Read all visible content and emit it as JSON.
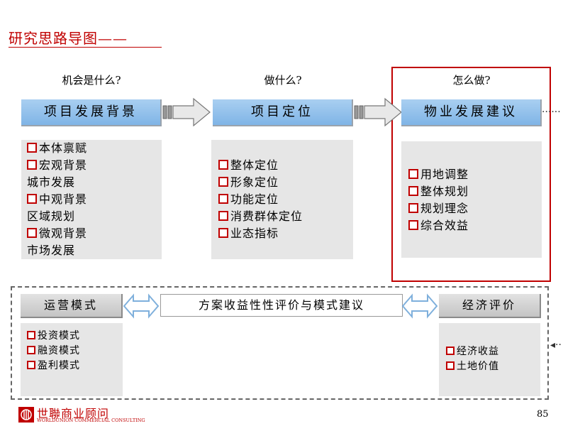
{
  "title": "研究思路导图——",
  "columns": [
    {
      "question": "机会是什么?",
      "header": "项目发展背景",
      "items": [
        {
          "checked": true,
          "text": "本体禀赋"
        },
        {
          "checked": true,
          "text": "宏观背景"
        },
        {
          "checked": false,
          "text": "城市发展"
        },
        {
          "checked": true,
          "text": "中观背景"
        },
        {
          "checked": false,
          "text": "区域规划"
        },
        {
          "checked": true,
          "text": "微观背景"
        },
        {
          "checked": false,
          "text": "市场发展"
        }
      ]
    },
    {
      "question": "做什么?",
      "header": "项目定位",
      "items": [
        {
          "checked": true,
          "text": "整体定位"
        },
        {
          "checked": true,
          "text": "形象定位"
        },
        {
          "checked": true,
          "text": "功能定位"
        },
        {
          "checked": true,
          "text": "消费群体定位"
        },
        {
          "checked": true,
          "text": "业态指标"
        }
      ]
    },
    {
      "question": "怎么做?",
      "header": "物业发展建议",
      "items": [
        {
          "checked": true,
          "text": "用地调整"
        },
        {
          "checked": true,
          "text": "整体规划"
        },
        {
          "checked": true,
          "text": "规划理念"
        },
        {
          "checked": true,
          "text": "综合效益"
        }
      ]
    }
  ],
  "bottom": {
    "left": {
      "header": "运营模式",
      "items": [
        "投资模式",
        "融资模式",
        "盈利模式"
      ]
    },
    "center": "方案收益性性评价与模式建议",
    "right": {
      "header": "经济评价",
      "items": [
        "经济收益",
        "土地价值"
      ]
    }
  },
  "logo": {
    "cn": "世聯商业顾问",
    "en": "WORLDUNION COMMERCIAL CONSULTING"
  },
  "page_number": "85",
  "colors": {
    "accent_red": "#c00000",
    "header_blue": "#8fbfea",
    "box_gray": "#e6e6e6"
  }
}
